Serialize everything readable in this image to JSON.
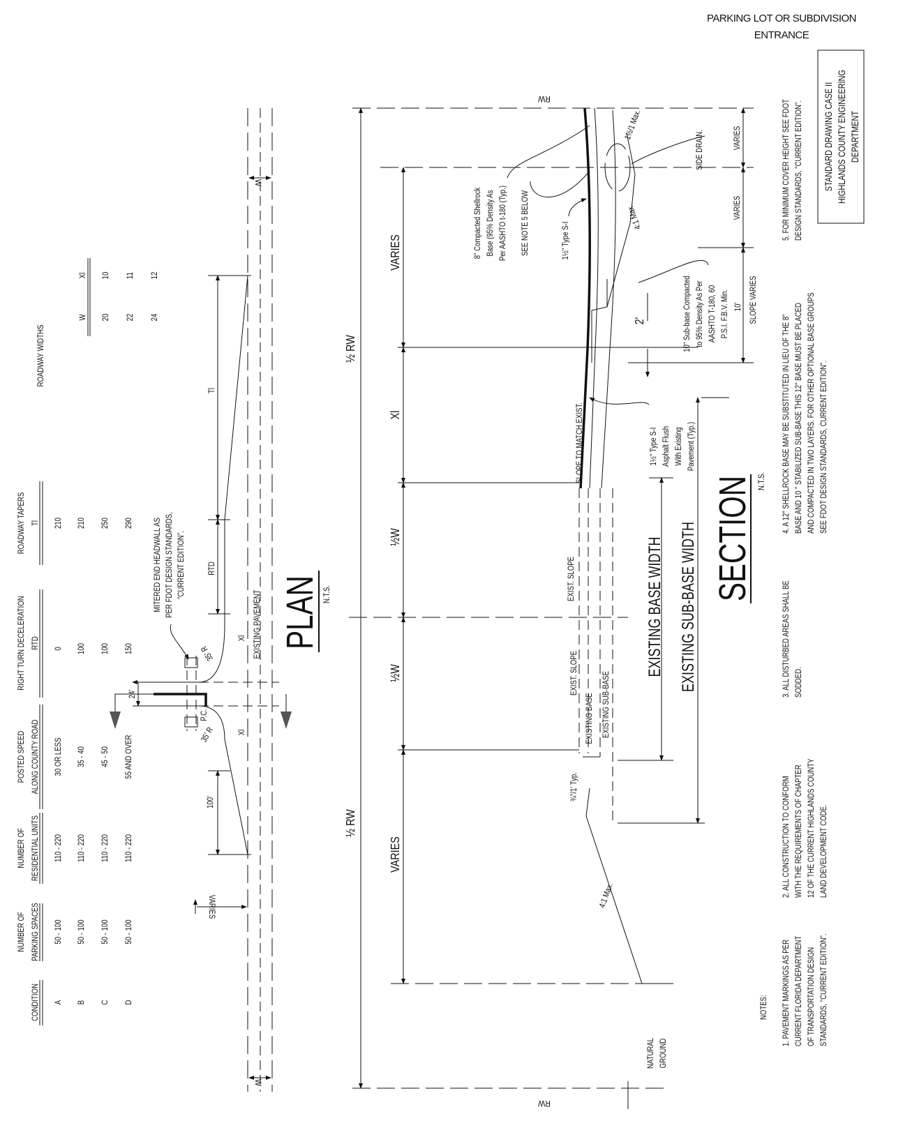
{
  "title": {
    "line1": "PARKING LOT OR SUBDIVISION",
    "line2": "ENTRANCE"
  },
  "table": {
    "headers": [
      {
        "line1": "",
        "line2": "CONDITION"
      },
      {
        "line1": "NUMBER OF",
        "line2": "PARKING SPACES"
      },
      {
        "line1": "NUMBER OF",
        "line2": "RESIDENTIAL UNITS"
      },
      {
        "line1": "POSTED SPEED",
        "line2": "ALONG COUNTY ROAD"
      },
      {
        "line1": "RIGHT TURN DECELERATION",
        "line2": "RTD"
      },
      {
        "line1": "ROADWAY  TAPERS",
        "line2": "Tl"
      }
    ],
    "rows": [
      [
        "A",
        "50 - 100",
        "110 - 220",
        "30 OR LESS",
        "0",
        "210"
      ],
      [
        "B",
        "50 - 100",
        "110 - 220",
        "35 - 40",
        "100",
        "210"
      ],
      [
        "C",
        "50 - 100",
        "110 - 220",
        "45 - 50",
        "100",
        "250"
      ],
      [
        "D",
        "50 - 100",
        "110 - 220",
        "55 AND OVER",
        "150",
        "290"
      ]
    ]
  },
  "widths_table": {
    "title": "ROADWAY  WIDTHS",
    "headers": [
      "W",
      "Xl"
    ],
    "rows": [
      [
        "20",
        "10"
      ],
      [
        "22",
        "11"
      ],
      [
        "24",
        "12"
      ]
    ]
  },
  "plan": {
    "title": "PLAN",
    "scale": "N.T.S.",
    "w_top": "W",
    "w_bottom": "W",
    "tl": "Tl",
    "rtd": "RTD",
    "dim_100": "100'",
    "varies": "VARIES",
    "dim_24": "24'",
    "xl_top": "Xl",
    "xl_bottom": "Xl",
    "existing_pavement": "EXISTING PAVEMENT",
    "pc": "P.C.",
    "radius": "35' R",
    "radius_top": "35' R",
    "headwall_note": [
      "MITERED END HEADWALL AS",
      "PER FDOT DESIGN STANDARDS,",
      "\"CURRENT EDITION\"."
    ]
  },
  "section": {
    "title": "SECTION",
    "scale": "N.T.S.",
    "rw_top": "RW",
    "rw_bottom": "RW",
    "half_rw_top": "½ RW",
    "half_rw_bottom": "½ RW",
    "varies_top": "VARIES",
    "xl": "Xl",
    "half_w_top": "½W",
    "half_w_bottom": "½W",
    "varies_bottom": "VARIES",
    "shellrock_note": [
      "8\" Compacted Shellrock",
      "Base (95% Density As",
      "Per AASHTO t-180 (Typ.)"
    ],
    "see_note": "SEE NOTE 5 BELOW",
    "type_si": "1½\" Type S-I",
    "side_drain": "SIDE DRAIN.",
    "max_top": "1½/1 Max.",
    "max_41_top": "4:1 Max.",
    "subbase_note": [
      "10\" Sub-base Compacted",
      "to 95% Density As Per",
      "AASHTO T-180, 60",
      "P.S.I. F.B.V. Min."
    ],
    "ten_ft": "10'",
    "slope_varies": "SLOPE VARIES",
    "right_varies_1": "VARIES",
    "right_varies_2": "VARIES",
    "dim_2": "2'",
    "slope_match": "SLOPE TO MATCH EXIST.",
    "asphalt_note": [
      "1½\" Type S-I",
      "Asphalt Flush",
      "With Existing",
      "Pavement (Typ.)"
    ],
    "exist_slope_1": "EXIST. SLOPE",
    "exist_slope_2": "EXIST. SLOPE",
    "existing_base": "EXISTING BASE",
    "existing_subbase": "EXISTING SUB-BASE",
    "typ_slope": "¾\"/1' Typ.",
    "max_41_bottom": "4:1 Max.",
    "existing_base_width": "EXISTING BASE WIDTH",
    "existing_subbase_width": "EXISTING SUB-BASE WIDTH",
    "natural_ground": [
      "NATURAL",
      "GROUND"
    ]
  },
  "notes": {
    "heading": "NOTES:",
    "items": [
      [
        "1. PAVEMENT MARKINGS AS PER",
        "CURRENT FLORIDA DEPARTMENT",
        "OF TRANSPORTATION DESIGN",
        "STANDARDS, \"CURRENT EDITION\"."
      ],
      [
        "2. ALL CONSTRUCTION TO CONFORM",
        "WITH THE REQUIREMENTS OF CHAPTER",
        "12 OF THE CURRENT HIGHLANDS COUNTY",
        "LAND DEVELOPMENT CODE."
      ],
      [
        "3. ALL DISTURBED AREAS SHALL BE",
        "SODDED."
      ],
      [
        "4. A 12\" SHELLROCK BASE MAY BE SUBSTITUTED IN LIEU OF THE 8\"",
        "BASE AND 10 \" STABILIZED SUB-BASE THIS 12\" BASE MUST BE PLACED",
        "AND COMPACTED IN TWO LAYERS.  FOR OTHER OPTIONAL BASE GROUPS",
        "SEE FDOT DESIGN STANDARDS, CURRENT EDITION\"."
      ],
      [
        "5. FOR MINIMUM COVER HEIGHT SEE FDOT",
        "DESIGN STANDARDS, \"CURRENT EDITION\"."
      ]
    ]
  },
  "title_block": [
    "STANDARD DRAWING CASE II",
    "HIGHLANDS COUNTY ENGINEERING",
    "DEPARTMENT"
  ]
}
